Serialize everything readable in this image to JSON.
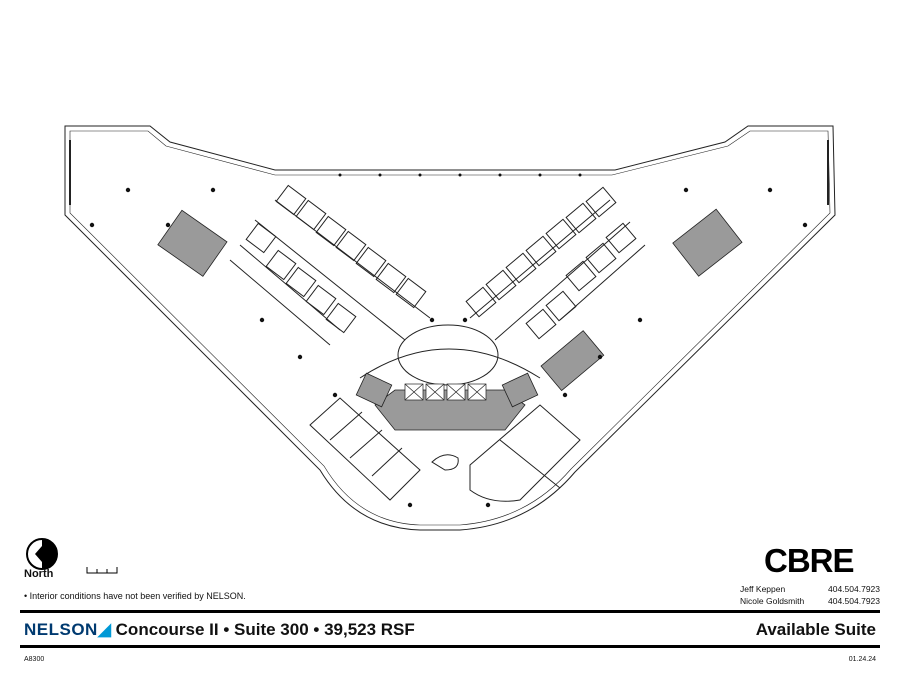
{
  "map": {
    "north_label": "North",
    "note": "• Interior conditions have not been verified by NELSON."
  },
  "branding": {
    "cbre_logo": "CBRE",
    "contacts": [
      {
        "name": "Jeff Keppen",
        "phone": "404.504.7923"
      },
      {
        "name": "Nicole Goldsmith",
        "phone": "404.504.7923"
      }
    ],
    "nelson_logo": "NELSON"
  },
  "footer": {
    "title": "Concourse II • Suite 300 • 39,523 RSF",
    "status": "Available Suite",
    "code": "A8300",
    "date": "01.24.24"
  },
  "colors": {
    "core_fill": "#9a9a9a",
    "wall": "#222222",
    "brand_blue": "#003a70",
    "brand_accent": "#0099d6"
  }
}
